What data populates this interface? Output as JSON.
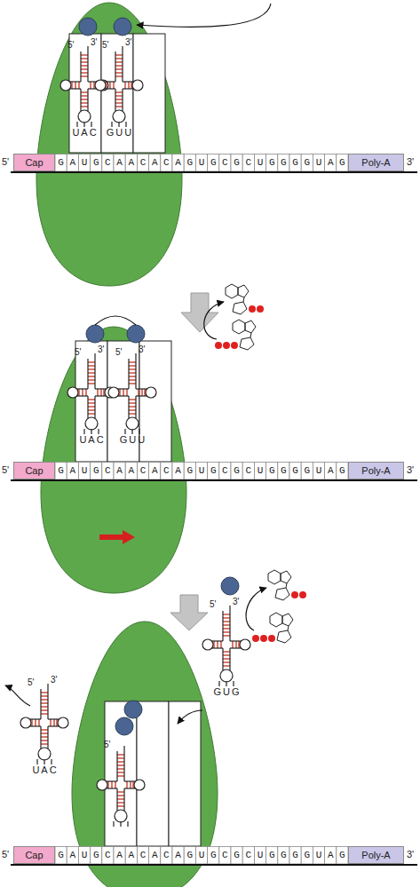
{
  "diagram": {
    "nodes": [
      {
        "text": [
          "5'",
          "3'",
          "UAC"
        ]
      },
      {
        "text": [
          "5'",
          "3'",
          "GUU"
        ]
      },
      {
        "text": [
          "5'",
          "GAUGCAACACAGUGCGCUGGGGUAG",
          "3'"
        ]
      },
      {
        "text": [
          "Cap"
        ],
        "in": 2
      },
      {
        "text": [
          "Poly-A"
        ],
        "in": 2
      },
      {
        "text": [
          "5'",
          "3'",
          "UAC"
        ]
      },
      {
        "text": [
          "5'",
          "3'",
          "GUU"
        ]
      },
      {
        "text": [
          "5'",
          "GAUGCAACACAGUGCGCUGGGGUAG",
          "3'"
        ]
      },
      {
        "text": [
          "Cap"
        ],
        "in": 7
      },
      {
        "text": [
          "Poly-A"
        ],
        "in": 7
      },
      {
        "text": [
          "5'",
          "3'",
          "UAC"
        ]
      },
      {
        "text": [
          "5'"
        ]
      },
      {
        "text": [
          "5'",
          "3'",
          "GUG"
        ]
      },
      {
        "text": [
          "5'",
          "GAUGCAACACAGUGCGCUGGGGUAG",
          "3'"
        ]
      },
      {
        "text": [
          "Cap"
        ],
        "in": 13
      },
      {
        "text": [
          "Poly-A"
        ],
        "in": 13
      }
    ]
  }
}
